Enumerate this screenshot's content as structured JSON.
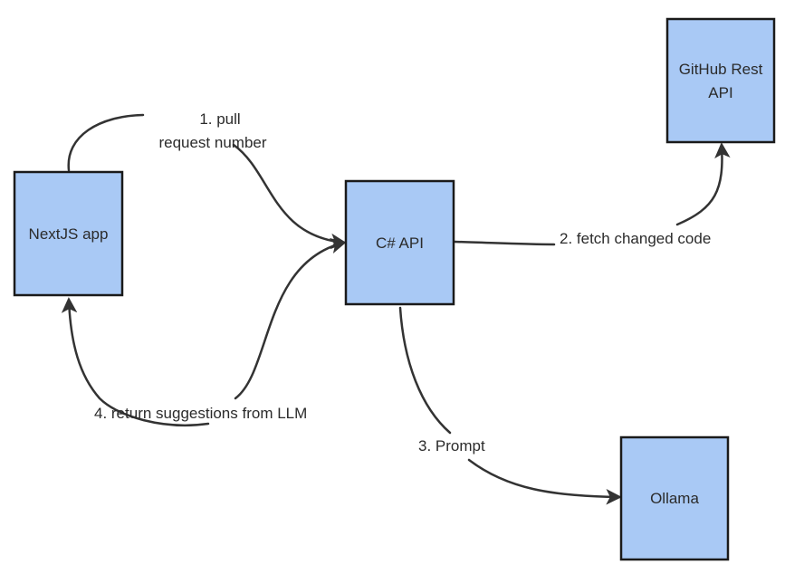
{
  "colors": {
    "node_fill": "#a9c9f5",
    "node_border": "#1a1a1a",
    "edge": "#333333",
    "text": "#2b2b2b",
    "background": "#ffffff"
  },
  "nodes": {
    "nextjs": {
      "label": "NextJS app"
    },
    "csharp": {
      "label": "C# API"
    },
    "github": {
      "label_line1": "GitHub Rest",
      "label_line2": "API"
    },
    "ollama": {
      "label": "Ollama"
    }
  },
  "edges": {
    "pull": {
      "label_line1": "1. pull",
      "label_line2": "request number"
    },
    "fetch": {
      "label": "2. fetch changed code"
    },
    "prompt": {
      "label": "3.  Prompt"
    },
    "return": {
      "label": "4. return suggestions from LLM"
    }
  }
}
